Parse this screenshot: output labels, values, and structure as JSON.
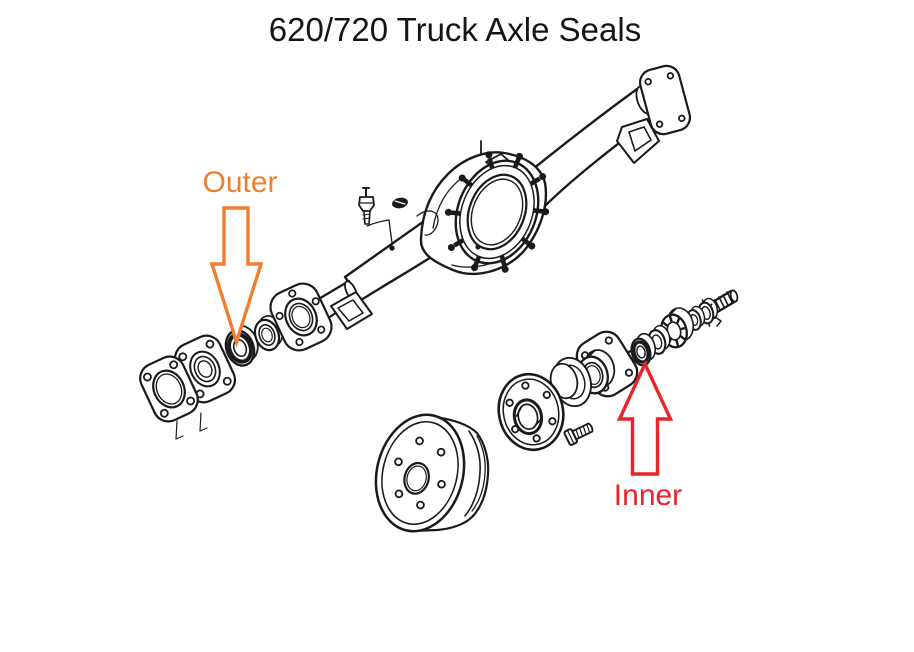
{
  "title": {
    "text": "620/720 Truck Axle Seals",
    "color": "#151515"
  },
  "labels": {
    "outer": {
      "text": "Outer",
      "color": "#F07E2E"
    },
    "inner": {
      "text": "Inner",
      "color": "#E8242A"
    }
  },
  "diagram": {
    "ink": "#1A1A1A",
    "background": "#FFFFFF",
    "parts": [
      "rear-axle-housing",
      "differential-mounting-ring",
      "housing-end-flange",
      "spring-seat-bracket",
      "breather-valve",
      "filler-plug",
      "hub-flange-gasket",
      "outer-axle-seal",
      "bearing-washer",
      "axle-tube-end-flange",
      "brake-drum",
      "wheel-hub",
      "wheel-stud",
      "bearing-retainer-plate",
      "axle-shaft",
      "inner-axle-seal",
      "bearing-collar",
      "axle-bearing",
      "lock-washer",
      "bearing-locknut",
      "splined-shaft-end"
    ]
  }
}
